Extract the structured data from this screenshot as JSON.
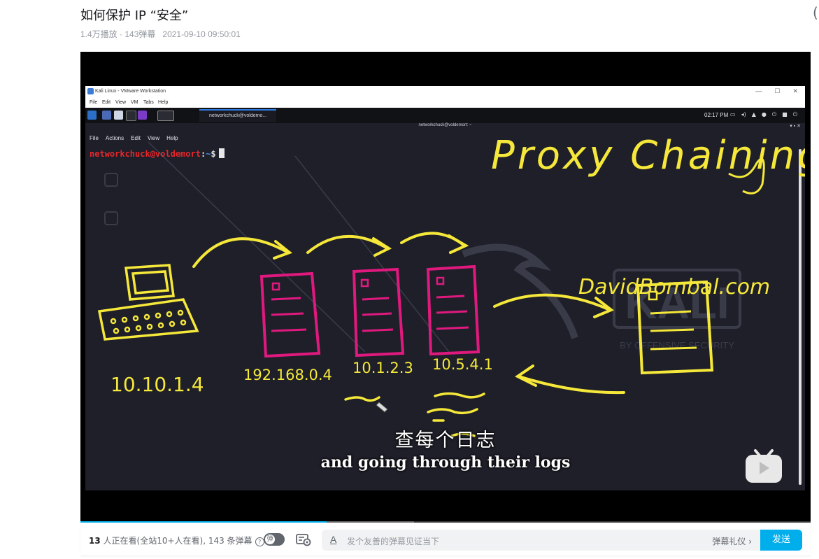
{
  "video": {
    "title": "如何保护 IP “安全”",
    "plays": "1.4万播放",
    "danmaku_count": "143弹幕",
    "separator": " · ",
    "date": "2021-09-10 09:50:01"
  },
  "vm": {
    "window_title": "Kali Linux - VMware Workstation",
    "menu": [
      "File",
      "Edit",
      "View",
      "VM",
      "Tabs",
      "Help"
    ],
    "panel_tab": "networkchuck@voldemo...",
    "clock": "02:17 PM",
    "terminal_title": "networkchuck@voldemort: ~",
    "terminal_menu": [
      "File",
      "Actions",
      "Edit",
      "View",
      "Help"
    ],
    "prompt_user": "networkchuck@voldemort",
    "prompt_sep": ":",
    "prompt_path": "~",
    "prompt_symbol": "$"
  },
  "drawing": {
    "heading": "Proxy Chaining",
    "destination": "DavidBombal.com",
    "client_ip": "10.10.1.4",
    "proxy_ips": [
      "192.168.0.4",
      "10.1.2.3",
      "10.5.4.1"
    ],
    "watermark_main": "KALI",
    "watermark_sub": "BY OFFENSIVE SECURITY"
  },
  "subtitles": {
    "chinese": "查每个日志",
    "english": "and going through their logs"
  },
  "player": {
    "progress_fraction": 0.337
  },
  "bottom_bar": {
    "viewers_count": "13",
    "viewers_text": " 人正在看(全站10+人在看), 143 条弹幕",
    "toggle_label": "弹",
    "input_placeholder": "发个友善的弹幕见证当下",
    "etiquette_label": "弹幕礼仪 ›",
    "send_label": "发送"
  },
  "colors": {
    "accent": "#00aeec",
    "drawing_yellow": "#f5e83a",
    "server_pink": "#e0197e",
    "prompt_red": "#e8262b",
    "prompt_blue": "#4a8fe7"
  }
}
